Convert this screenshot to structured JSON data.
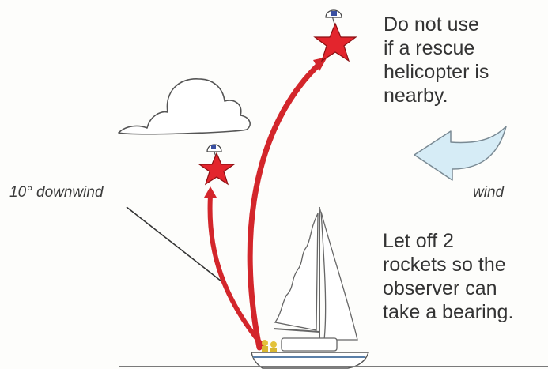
{
  "notes": {
    "helicopter_warning": "Do not use\nif a rescue\nhelicopter is\nnearby.",
    "two_rockets": "Let off 2\nrockets so the\nobserver can\ntake a bearing."
  },
  "labels": {
    "angle": "10° downwind",
    "wind": "wind"
  },
  "icons": {
    "flare": "red-star-parachute-flare",
    "wind": "wind-arrow",
    "boat": "sailboat",
    "cloud": "cloud"
  },
  "colors": {
    "trail": "#d3262b",
    "star": "#e3252d",
    "wind_arrow": "#d6ecf6",
    "sea_line": "#7a7a7a"
  }
}
